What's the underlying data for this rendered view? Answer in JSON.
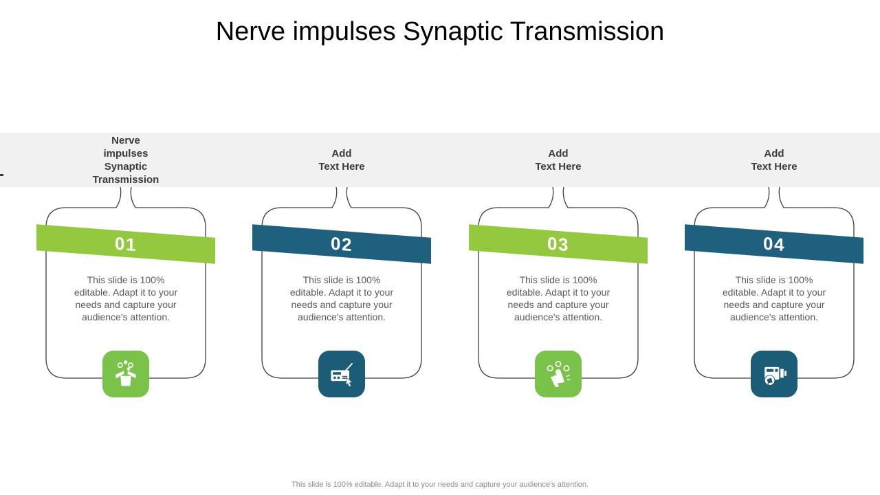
{
  "slide": {
    "title": "Nerve impulses Synaptic Transmission",
    "footer": "This slide is 100% editable. Adapt it to your needs and capture your audience's attention."
  },
  "colors": {
    "ribbon_green": "#94C83E",
    "ribbon_teal": "#20607F",
    "icon_green": "#7BC24B",
    "icon_teal": "#1D5C77",
    "band_bg": "#F1F1F1",
    "card_border": "#3d3d3d"
  },
  "columns": [
    {
      "header_lines": [
        "Nerve",
        "impulses",
        "Synaptic",
        "Transmission"
      ],
      "number": "01",
      "accent": "green",
      "icon": "social-box-icon",
      "body_lines": [
        "This slide is 100%",
        "editable. Adapt it to your",
        "needs and capture your",
        "audience's attention."
      ]
    },
    {
      "header_lines": [
        "Add",
        "Text Here"
      ],
      "number": "02",
      "accent": "teal",
      "icon": "radio-icon",
      "body_lines": [
        "This slide is 100%",
        "editable. Adapt it to your",
        "needs and capture your",
        "audience's attention."
      ]
    },
    {
      "header_lines": [
        "Add",
        "Text Here"
      ],
      "number": "03",
      "accent": "green",
      "icon": "megaphone-audience-icon",
      "body_lines": [
        "This slide is 100%",
        "editable. Adapt it to your",
        "needs and capture your",
        "audience's attention."
      ]
    },
    {
      "header_lines": [
        "Add",
        "Text Here"
      ],
      "number": "04",
      "accent": "teal",
      "icon": "video-camera-promo-icon",
      "body_lines": [
        "This slide is 100%",
        "editable. Adapt it to your",
        "needs and capture your",
        "audience's attention."
      ]
    }
  ]
}
